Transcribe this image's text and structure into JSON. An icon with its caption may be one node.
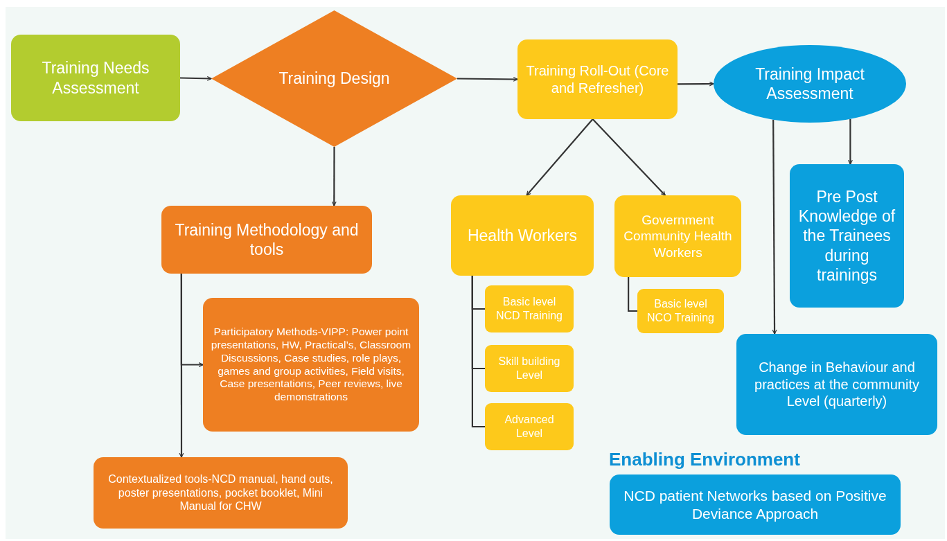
{
  "diagram": {
    "nodes": [
      {
        "text": [
          "Training Needs Assessment"
        ]
      },
      {
        "text": [
          "Training Design"
        ]
      },
      {
        "text": [
          "Training Roll-Out (Core and Refresher)"
        ]
      },
      {
        "text": [
          "Training Impact Assessment"
        ]
      },
      {
        "text": [
          "Training Methodology and tools"
        ]
      },
      {
        "text": [
          "Participatory Methods-VIPP: Power point presentations, HW, Practical’s, Classroom Discussions, Case studies, role plays, games and group activities, Field visits, Case presentations, Peer reviews, live demonstrations"
        ]
      },
      {
        "text": [
          "Contextualized  tools-NCD manual, hand outs, poster presentations, pocket booklet, Mini Manual for CHW"
        ]
      },
      {
        "text": [
          "Health Workers"
        ]
      },
      {
        "text": [
          "Government Community Health Workers"
        ]
      },
      {
        "text": [
          "Basic level NCD Training"
        ]
      },
      {
        "text": [
          "Skill building Level"
        ]
      },
      {
        "text": [
          "Advanced Level"
        ]
      },
      {
        "text": [
          "Basic level NCO Training"
        ]
      },
      {
        "text": [
          "Pre Post Knowledge of the Trainees during trainings"
        ]
      },
      {
        "text": [
          "Change in Behaviour and practices at the community Level (quarterly)"
        ]
      },
      {
        "text": [
          "NCD patient Networks based on Positive Deviance Approach"
        ]
      }
    ],
    "edges": [
      {
        "from": 0,
        "to": 1,
        "arrow": "to"
      },
      {
        "from": 1,
        "to": 2,
        "arrow": "to"
      },
      {
        "from": 2,
        "to": 3,
        "arrow": "to"
      },
      {
        "from": 1,
        "to": 4,
        "arrow": "to"
      },
      {
        "from": 4,
        "to": 5,
        "arrow": "to"
      },
      {
        "from": 4,
        "to": 6,
        "arrow": "to"
      },
      {
        "from": 2,
        "to": 7,
        "arrow": "to"
      },
      {
        "from": 2,
        "to": 8,
        "arrow": "to"
      },
      {
        "from": 7,
        "to": 9,
        "arrow": "none"
      },
      {
        "from": 7,
        "to": 10,
        "arrow": "none"
      },
      {
        "from": 7,
        "to": 11,
        "arrow": "none"
      },
      {
        "from": 8,
        "to": 12,
        "arrow": "none"
      },
      {
        "from": 3,
        "to": 13,
        "arrow": "to"
      },
      {
        "from": 3,
        "to": 14,
        "arrow": "to"
      }
    ],
    "labels": [
      "Enabling Environment"
    ]
  }
}
